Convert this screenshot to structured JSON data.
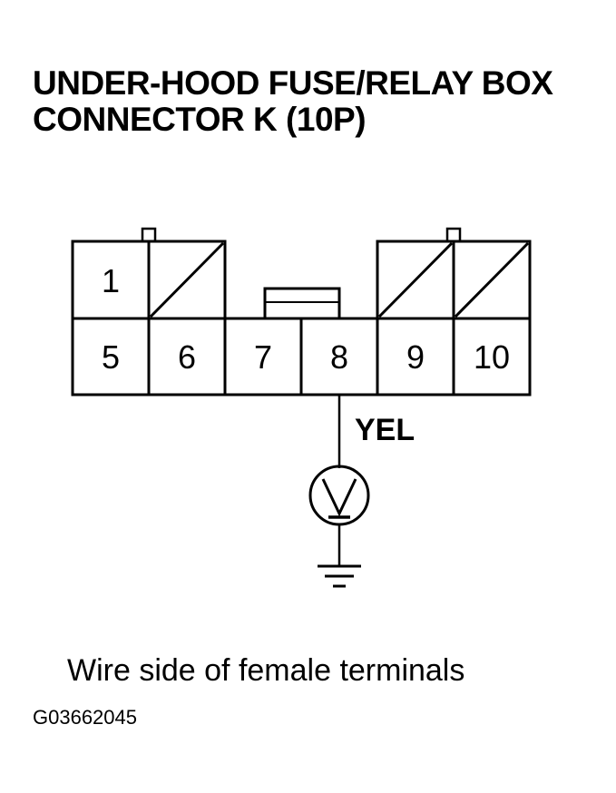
{
  "title": {
    "line1": "UNDER-HOOD FUSE/RELAY BOX",
    "line2": "CONNECTOR K (10P)"
  },
  "connector": {
    "cavities": [
      {
        "number": "1",
        "empty": false
      },
      {
        "number": "",
        "empty": true
      },
      {
        "number": "",
        "empty": true
      },
      {
        "number": "",
        "empty": true
      },
      {
        "number": "5",
        "empty": false
      },
      {
        "number": "6",
        "empty": false
      },
      {
        "number": "7",
        "empty": false
      },
      {
        "number": "8",
        "empty": false
      },
      {
        "number": "9",
        "empty": false
      },
      {
        "number": "10",
        "empty": false
      }
    ],
    "probed_terminal": "8"
  },
  "wire": {
    "color_label": "YEL"
  },
  "meter": {
    "icon": "voltmeter-icon"
  },
  "ground": {
    "icon": "ground-icon"
  },
  "caption": "Wire side of female terminals",
  "figure_id": "G03662045"
}
